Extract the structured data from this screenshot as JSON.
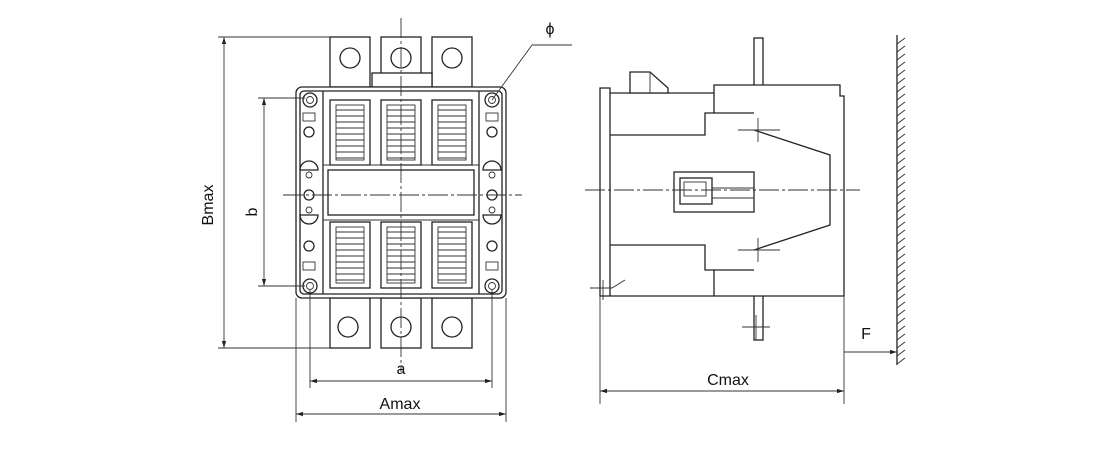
{
  "labels": {
    "phi": "ϕ",
    "b_max": "Bmax",
    "b": "b",
    "a": "a",
    "a_max": "Amax",
    "c_max": "Cmax",
    "f": "F"
  }
}
